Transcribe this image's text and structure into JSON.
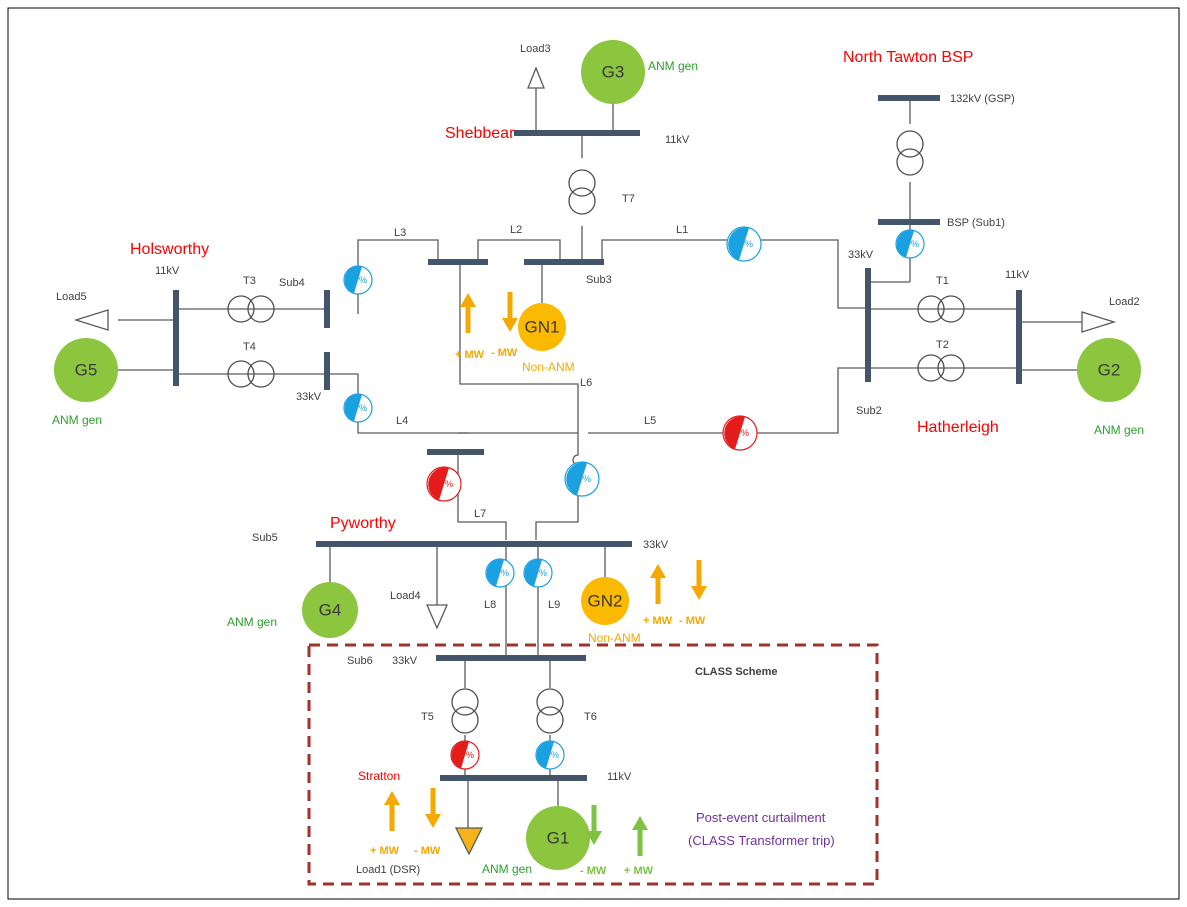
{
  "colors": {
    "bus": "#44546a",
    "anm_gen": "#8cc63f",
    "non_anm_gen": "#fbb900",
    "site_name": "#ff0000",
    "anm_text": "#2ca02c",
    "non_anm_text": "#f5a800",
    "meter_blue": "#1ba1e2",
    "meter_red": "#e41c1c",
    "scheme_box": "#a0322a",
    "curtailment_text": "#7030a0",
    "arrow_orange": "#f5a800",
    "arrow_green": "#7dc242"
  },
  "sites": {
    "north_tawton": "North Tawton BSP",
    "shebbear": "Shebbear",
    "holsworthy": "Holsworthy",
    "hatherleigh": "Hatherleigh",
    "pyworthy": "Pyworthy",
    "stratton": "Stratton"
  },
  "voltages": {
    "gsp": "132kV (GSP)",
    "bsp": "BSP (Sub1)",
    "shebbear_11kv": "11kV",
    "holsworthy_11kv": "11kV",
    "holsworthy_33kv": "33kV",
    "hatherleigh_33kv": "33kV",
    "hatherleigh_11kv": "11kV",
    "pyworthy_33kv": "33kV",
    "sub6_33kv": "33kV",
    "stratton_11kv": "11kV"
  },
  "substations": {
    "sub2": "Sub2",
    "sub3": "Sub3",
    "sub4": "Sub4",
    "sub5": "Sub5",
    "sub6": "Sub6"
  },
  "lines": {
    "l1": "L1",
    "l2": "L2",
    "l3": "L3",
    "l4": "L4",
    "l5": "L5",
    "l6": "L6",
    "l7": "L7",
    "l8": "L8",
    "l9": "L9"
  },
  "transformers": {
    "t1": "T1",
    "t2": "T2",
    "t3": "T3",
    "t4": "T4",
    "t5": "T5",
    "t6": "T6",
    "t7": "T7"
  },
  "loads": {
    "load1": "Load1 (DSR)",
    "load2": "Load2",
    "load3": "Load3",
    "load4": "Load4",
    "load5": "Load5"
  },
  "generators": {
    "g1": "G1",
    "g2": "G2",
    "g3": "G3",
    "g4": "G4",
    "g5": "G5",
    "gn1": "GN1",
    "gn2": "GN2"
  },
  "gen_types": {
    "anm": "ANM gen",
    "non_anm": "Non-ANM"
  },
  "meter_text": "??%",
  "mw": {
    "plus": "+ MW",
    "minus": "- MW",
    "minus_tight": "- MW"
  },
  "scheme": {
    "title": "CLASS Scheme",
    "curtailment_line1": "Post-event curtailment",
    "curtailment_line2": "(CLASS Transformer trip)"
  }
}
